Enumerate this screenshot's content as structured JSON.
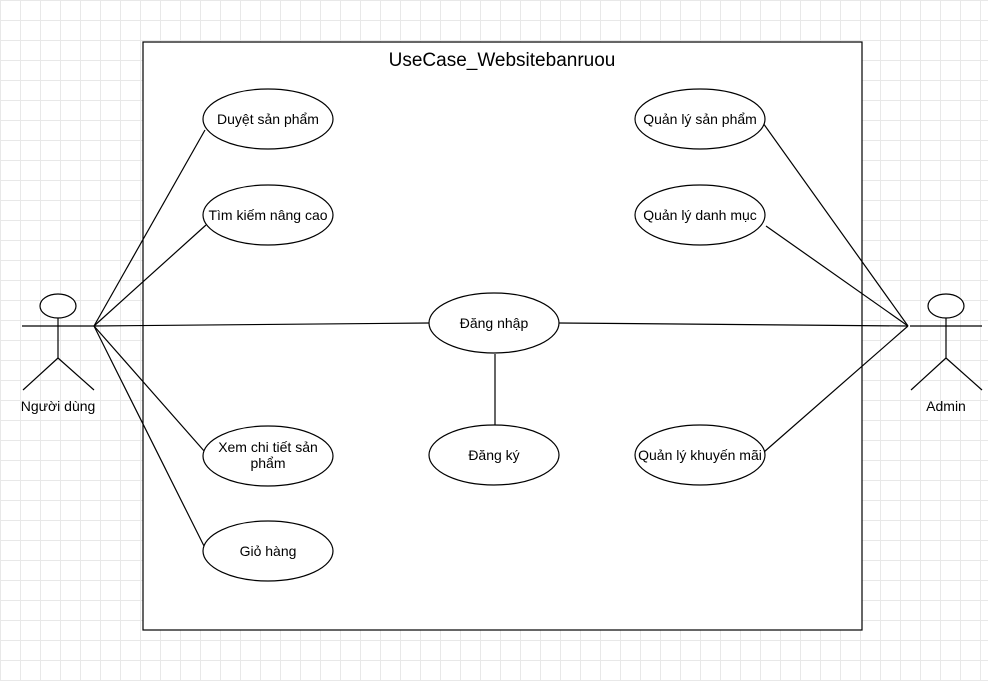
{
  "diagram": {
    "system_title": "UseCase_Websitebanruou",
    "actors": {
      "user": "Người dùng",
      "admin": "Admin"
    },
    "use_cases": {
      "browse": "Duyệt sản phẩm",
      "search": [
        "Tìm kiếm nâng cao"
      ],
      "detail": [
        "Xem chi tiết sản",
        "phẩm"
      ],
      "cart": "Giỏ hàng",
      "login": "Đăng nhập",
      "register": "Đăng ký",
      "manage_products": "Quản lý sản phẩm",
      "manage_categories": "Quản lý danh mục",
      "manage_promotions": "Quản lý khuyến mãi"
    },
    "colors": {
      "stroke": "#000000",
      "fill": "#ffffff"
    }
  }
}
